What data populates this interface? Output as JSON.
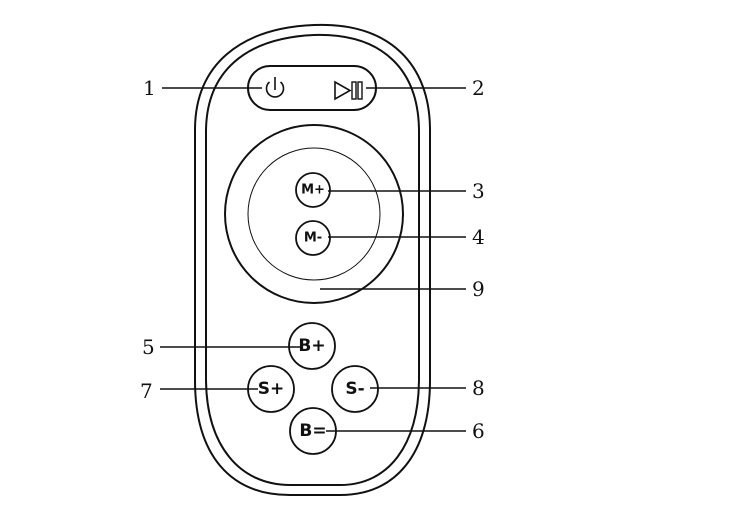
{
  "diagram": {
    "callouts": {
      "c1": "1",
      "c2": "2",
      "c3": "3",
      "c4": "4",
      "c5": "5",
      "c6": "6",
      "c7": "7",
      "c8": "8",
      "c9": "9"
    },
    "buttons": {
      "mode_up": "M+",
      "mode_down": "M-",
      "brightness_up": "B+",
      "brightness_down": "B=",
      "speed_up": "S+",
      "speed_down": "S-"
    },
    "icons": {
      "power": "power-icon",
      "play_pause": "play-pause-icon"
    }
  }
}
